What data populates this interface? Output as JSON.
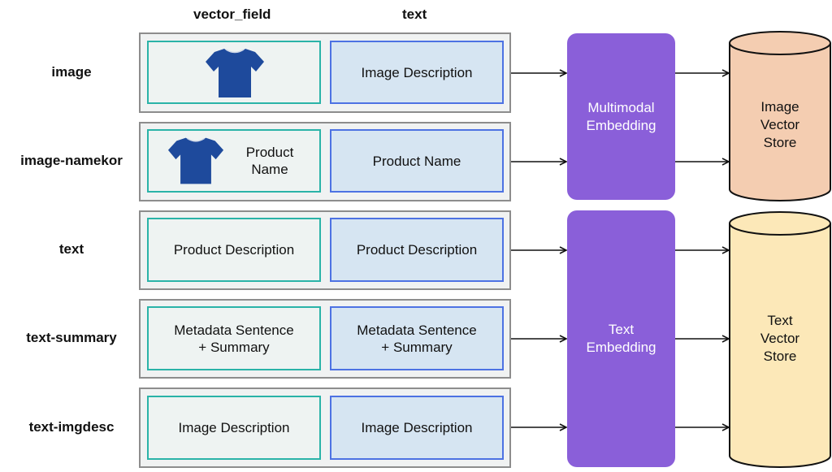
{
  "headers": {
    "vector_field": "vector_field",
    "text": "text"
  },
  "rows": [
    {
      "label": "image",
      "vector_field": "",
      "text": "Image Description"
    },
    {
      "label": "image-namekor",
      "vector_field": "Product Name",
      "text": "Product Name"
    },
    {
      "label": "text",
      "vector_field": "Product Description",
      "text": "Product Description"
    },
    {
      "label": "text-summary",
      "vector_field_l1": "Metadata Sentence",
      "vector_field_l2": "+ Summary",
      "text_l1": "Metadata Sentence",
      "text_l2": "+ Summary"
    },
    {
      "label": "text-imgdesc",
      "vector_field": "Image Description",
      "text": "Image Description"
    }
  ],
  "embeddings": {
    "multimodal": {
      "l1": "Multimodal",
      "l2": "Embedding"
    },
    "text": {
      "l1": "Text",
      "l2": "Embedding"
    }
  },
  "stores": {
    "image": {
      "l1": "Image",
      "l2": "Vector",
      "l3": "Store",
      "color": "#f4cdb1"
    },
    "text": {
      "l1": "Text",
      "l2": "Vector",
      "l3": "Store",
      "color": "#fce8b8"
    }
  },
  "icons": {
    "shirt": "t-shirt-icon",
    "shirt_color": "#1e4a9c"
  },
  "colors": {
    "embedding": "#8a5fd9",
    "vector_field_border": "#2ab3a8",
    "text_border": "#4d72e3"
  }
}
